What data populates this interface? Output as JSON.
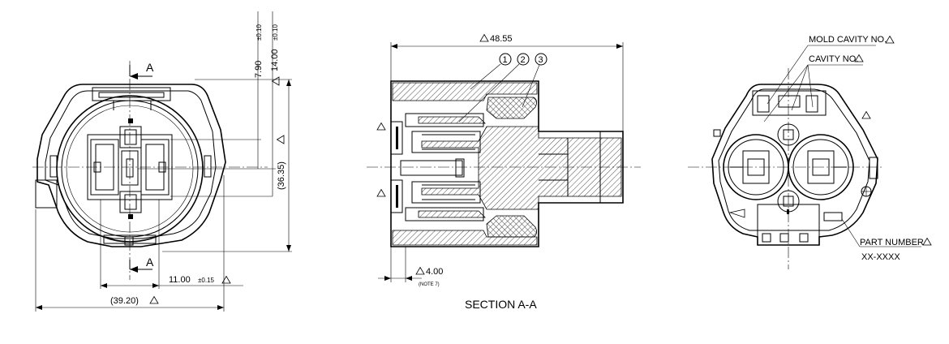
{
  "front_view": {
    "section_mark_top": "A",
    "section_mark_bottom": "A",
    "dim_790": "7.90",
    "dim_790_tol": "±0.10",
    "dim_1400": "14.00",
    "dim_1400_tol": "±0.10",
    "dim_3635": "(36.35)",
    "dim_1100": "11.00",
    "dim_1100_tol": "±0.15",
    "dim_3920": "(39.20)"
  },
  "section_view": {
    "dim_4855": "48.55",
    "balloons": [
      "1",
      "2",
      "3"
    ],
    "dim_400": "4.00",
    "note": "(NOTE 7)",
    "caption": "SECTION A-A"
  },
  "rear_view": {
    "label_mold_cavity": "MOLD CAVITY NO.",
    "label_cavity": "CAVITY NO.",
    "label_part_number": "PART NUMBER",
    "part_number_value": "XX-XXXX"
  }
}
